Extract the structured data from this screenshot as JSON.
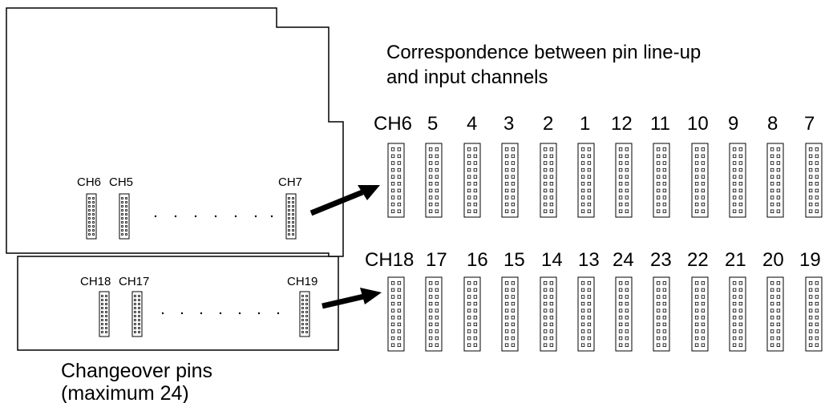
{
  "title": {
    "line1": "Correspondence between pin line-up",
    "line2": "and input channels"
  },
  "caption": {
    "line1": "Changeover pins",
    "line2": "(maximum 24)"
  },
  "board_upper_labels": {
    "left1": "CH6",
    "left2": "CH5",
    "right": "CH7"
  },
  "board_lower_labels": {
    "left1": "CH18",
    "left2": "CH17",
    "right": "CH19"
  },
  "row_top_headers": [
    "CH6",
    "5",
    "4",
    "3",
    "2",
    "1",
    "12",
    "11",
    "10",
    "9",
    "8",
    "7"
  ],
  "row_bottom_headers": [
    "CH18",
    "17",
    "16",
    "15",
    "14",
    "13",
    "24",
    "23",
    "22",
    "21",
    "20",
    "19"
  ],
  "colors": {
    "line": "#000000",
    "background": "#ffffff"
  }
}
